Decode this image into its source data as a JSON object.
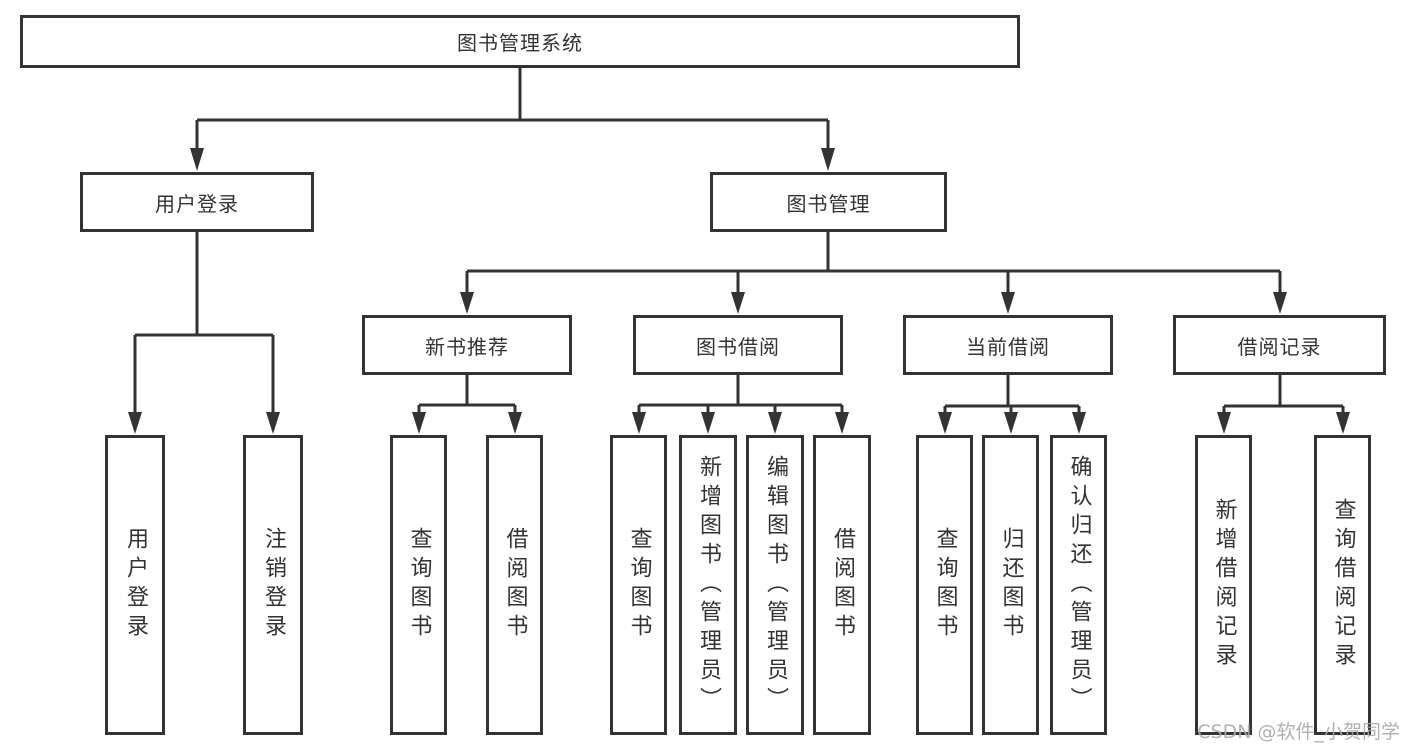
{
  "colors": {
    "line": "#333333",
    "box_border": "#333333",
    "text": "#333333",
    "background": "#ffffff",
    "watermark": "#a8a8a8"
  },
  "watermark": {
    "text": "CSDN @软件_小贺同学"
  },
  "tree": {
    "root": {
      "label": "图书管理系统"
    },
    "level2": [
      {
        "label": "用户登录"
      },
      {
        "label": "图书管理"
      }
    ],
    "level3": [
      {
        "label": "新书推荐"
      },
      {
        "label": "图书借阅"
      },
      {
        "label": "当前借阅"
      },
      {
        "label": "借阅记录"
      }
    ],
    "leaves": {
      "user_login": [
        {
          "label": "用户登录"
        },
        {
          "label": "注销登录"
        }
      ],
      "new_books": [
        {
          "label": "查询图书"
        },
        {
          "label": "借阅图书"
        }
      ],
      "book_borrow": [
        {
          "label": "查询图书"
        },
        {
          "label": "新增图书（管理员）"
        },
        {
          "label": "编辑图书（管理员）"
        },
        {
          "label": "借阅图书"
        }
      ],
      "current_borrow": [
        {
          "label": "查询图书"
        },
        {
          "label": "归还图书"
        },
        {
          "label": "确认归还（管理员）"
        }
      ],
      "borrow_records": [
        {
          "label": "新增借阅记录"
        },
        {
          "label": "查询借阅记录"
        }
      ]
    }
  }
}
